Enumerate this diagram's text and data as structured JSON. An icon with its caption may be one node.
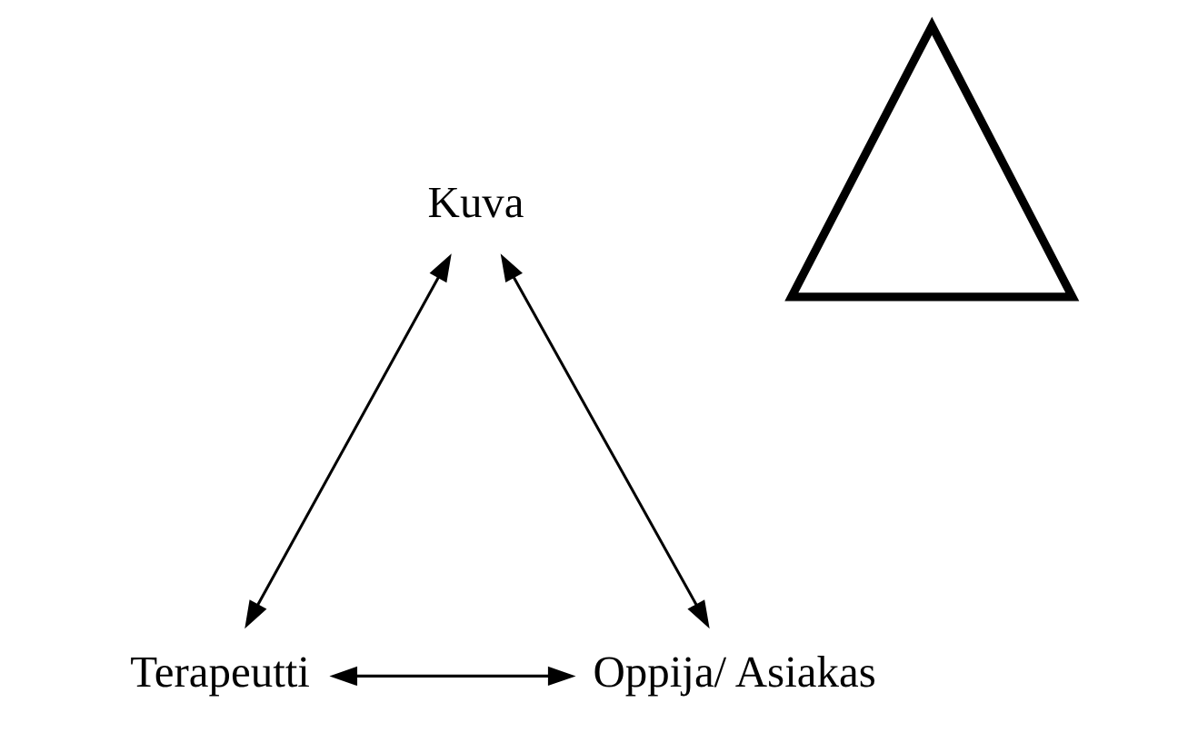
{
  "diagram": {
    "nodes": [
      {
        "text": [
          "Kuva"
        ]
      },
      {
        "text": [
          "Terapeutti"
        ]
      },
      {
        "text": [
          "Oppija/ Asiakas"
        ]
      },
      {
        "text": [],
        "shape": "triangle"
      }
    ],
    "edges": [
      {
        "from": 0,
        "to": 1,
        "arrow": "both"
      },
      {
        "from": 0,
        "to": 2,
        "arrow": "both"
      },
      {
        "from": 1,
        "to": 2,
        "arrow": "both"
      }
    ]
  }
}
